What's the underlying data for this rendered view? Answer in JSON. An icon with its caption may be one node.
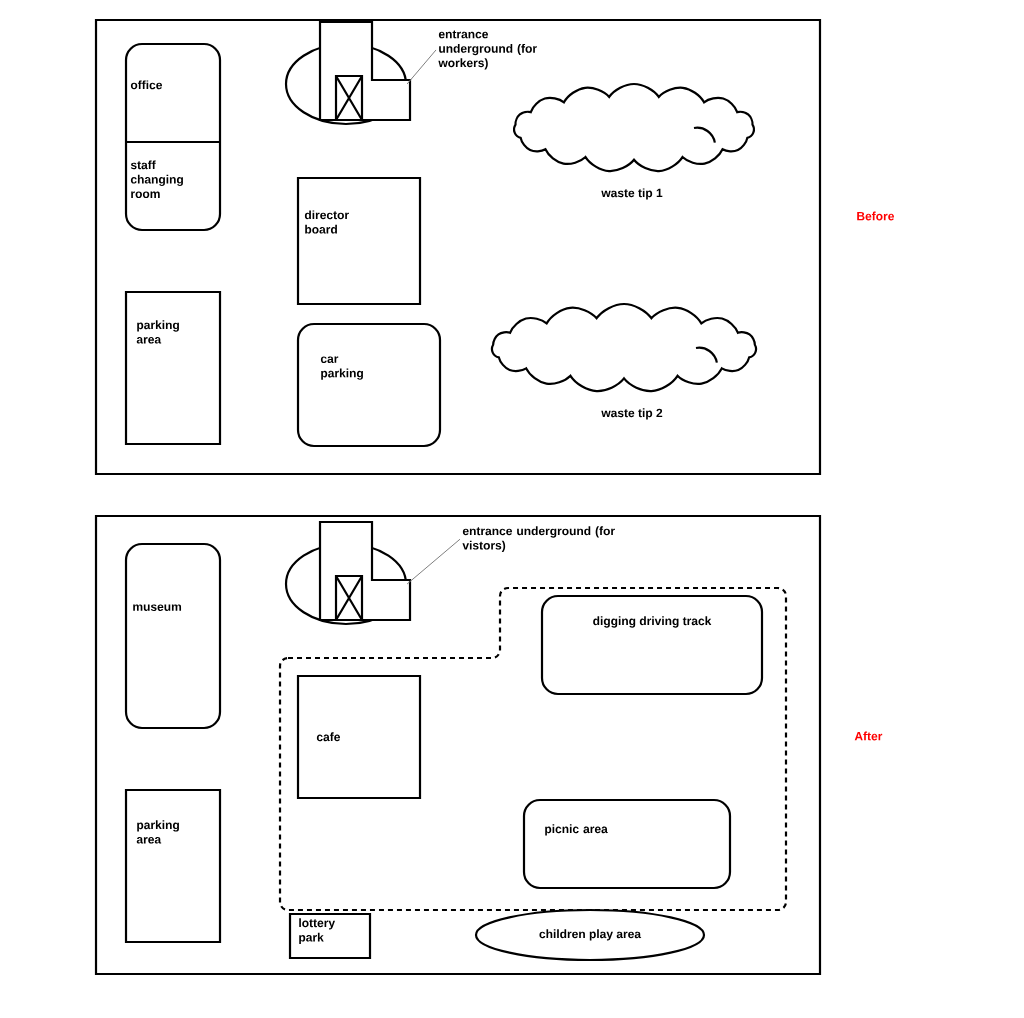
{
  "diagram": {
    "nodes": [
      {
        "text": [],
        "shape": "box",
        "beside": [
          "Before"
        ]
      },
      {
        "text": [
          "office"
        ],
        "in": 0
      },
      {
        "text": [
          "staff changing room"
        ],
        "in": 0
      },
      {
        "text": [],
        "shape": "picture",
        "in": 0
      },
      {
        "text": [
          "entrance underground (for workers)"
        ],
        "in": 0
      },
      {
        "text": [],
        "shape": "cloud",
        "beside": [
          "waste tip 1"
        ],
        "in": 0
      },
      {
        "text": [
          "director board"
        ],
        "in": 0
      },
      {
        "text": [
          "parking area"
        ],
        "in": 0
      },
      {
        "text": [
          "car parking"
        ],
        "in": 0
      },
      {
        "text": [],
        "shape": "cloud",
        "beside": [
          "waste tip 2"
        ],
        "in": 0
      },
      {
        "text": [],
        "shape": "box",
        "beside": [
          "After"
        ]
      },
      {
        "text": [],
        "shape": "picture",
        "in": 10
      },
      {
        "text": [
          "entrance underground (for vistors)"
        ],
        "in": 10
      },
      {
        "text": [
          "museum"
        ],
        "in": 10
      },
      {
        "text": [],
        "shape": "box",
        "in": 10
      },
      {
        "text": [
          "digging driving track"
        ],
        "in": 14
      },
      {
        "text": [
          "cafe"
        ],
        "in": 14
      },
      {
        "text": [
          "picnic area"
        ],
        "in": 14
      },
      {
        "text": [
          "parking area"
        ],
        "in": 10
      },
      {
        "text": [
          "lottery park"
        ],
        "in": 10
      },
      {
        "text": [
          "children play area"
        ],
        "in": 10
      }
    ],
    "edges": [
      {
        "from": 4,
        "to": 3,
        "arrow": "none"
      },
      {
        "from": 12,
        "to": 11,
        "arrow": "none"
      }
    ]
  }
}
